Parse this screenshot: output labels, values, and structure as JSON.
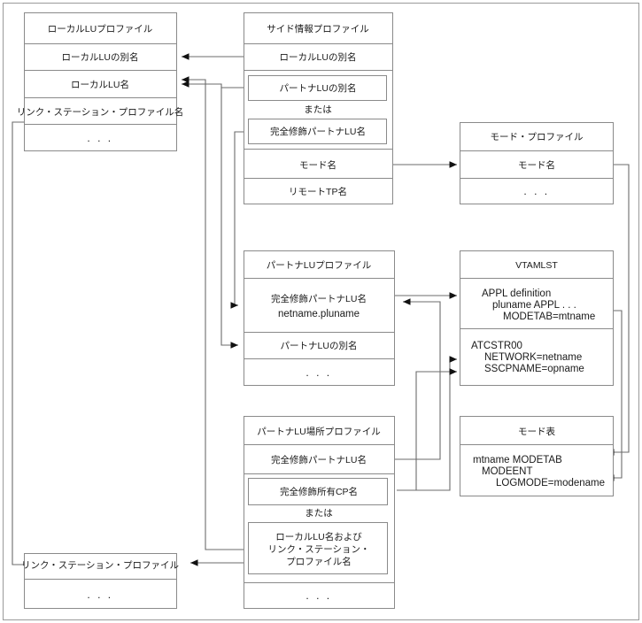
{
  "diagram": {
    "title": "SNA profile relationship diagram",
    "colors": {
      "box_border": "#8a8a8a",
      "connector": "#6b6b6b",
      "arrow": "#111111",
      "frame": "#9a9a9a",
      "background": "#ffffff",
      "text": "#1a1a1a"
    },
    "ellipsis": ". . .",
    "or_label": "または",
    "boxes": [
      {
        "id": "local-lu-profile",
        "header": "ローカルLUプロファイル",
        "rows": [
          "ローカルLUの別名",
          "ローカルLU名",
          "リンク・ステーション・プロファイル名",
          ". . ."
        ]
      },
      {
        "id": "side-info-profile",
        "header": "サイド情報プロファイル",
        "rows": [
          "ローカルLUの別名",
          "パートナLUの別名",
          "または",
          "完全修飾パートナLU名",
          "モード名",
          "リモートTP名"
        ]
      },
      {
        "id": "mode-profile",
        "header": "モード・プロファイル",
        "rows": [
          "モード名",
          ". . ."
        ]
      },
      {
        "id": "partner-lu-profile",
        "header": "パートナLUプロファイル",
        "rows": [
          "完全修飾パートナLU名",
          "netname.pluname",
          "パートナLUの別名",
          ". . ."
        ]
      },
      {
        "id": "vtamlst",
        "header": "VTAMLST",
        "rows": [
          "APPL definition",
          "pluname APPL . . .",
          "MODETAB=mtname",
          "ATCSTR00",
          "NETWORK=netname",
          "SSCPNAME=opname"
        ]
      },
      {
        "id": "partner-lu-location-profile",
        "header": "パートナLU場所プロファイル",
        "rows": [
          "完全修飾パートナLU名",
          "完全修飾所有CP名",
          "または",
          "ローカルLU名および",
          "リンク・ステーション・",
          "プロファイル名",
          ". . ."
        ]
      },
      {
        "id": "mode-table",
        "header": "モード表",
        "rows": [
          "mtname MODETAB",
          "MODEENT",
          "LOGMODE=modename"
        ]
      },
      {
        "id": "link-station-profile",
        "header": "リンク・ステーション・プロファイル",
        "rows": [
          ". . ."
        ]
      }
    ],
    "labels": {
      "local_lu_profile_header": "ローカルLUプロファイル",
      "local_lu_alias": "ローカルLUの別名",
      "local_lu_name": "ローカルLU名",
      "link_station_profile_name": "リンク・ステーション・プロファイル名",
      "side_info_profile_header": "サイド情報プロファイル",
      "side_local_lu_alias": "ローカルLUの別名",
      "partner_lu_alias": "パートナLUの別名",
      "or_1": "または",
      "fq_partner_lu_name": "完全修飾パートナLU名",
      "mode_name": "モード名",
      "remote_tp_name": "リモートTP名",
      "mode_profile_header": "モード・プロファイル",
      "mode_profile_mode_name": "モード名",
      "mode_profile_dots": ". . .",
      "partner_lu_profile_header": "パートナLUプロファイル",
      "plp_fq_partner_lu_name": "完全修飾パートナLU名",
      "plp_netname_pluname": "netname.pluname",
      "plp_partner_lu_alias": "パートナLUの別名",
      "plp_dots": ". . .",
      "vtamlst_header": "VTAMLST",
      "vtam_appl_def": "APPL definition",
      "vtam_pluname_appl": "pluname APPL . . .",
      "vtam_modetab": "MODETAB=mtname",
      "vtam_atcstr00": "ATCSTR00",
      "vtam_network": "NETWORK=netname",
      "vtam_sscpname": "SSCPNAME=opname",
      "pllp_header": "パートナLU場所プロファイル",
      "pllp_fq_partner_lu_name": "完全修飾パートナLU名",
      "pllp_fq_owning_cp_name": "完全修飾所有CP名",
      "or_2": "または",
      "pllp_local_lu_line1": "ローカルLU名および",
      "pllp_local_lu_line2": "リンク・ステーション・",
      "pllp_local_lu_line3": "プロファイル名",
      "pllp_dots": ". . .",
      "mode_table_header": "モード表",
      "mt_line1": "mtname MODETAB",
      "mt_line2": "MODEENT",
      "mt_line3": "LOGMODE=modename",
      "lsp_header": "リンク・ステーション・プロファイル",
      "lsp_dots": ". . .",
      "llp_dots": ". . ."
    }
  }
}
